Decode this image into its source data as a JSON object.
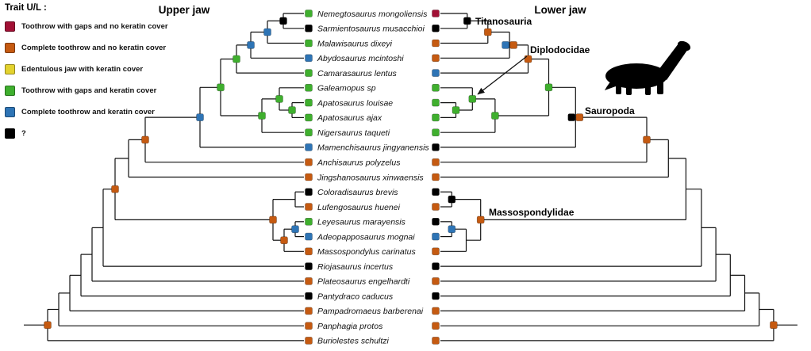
{
  "legend": {
    "title": "Trait U/L :",
    "items": [
      {
        "key": "gaps_no_keratin",
        "color": "#a11035",
        "label": "Toothrow with gaps and no keratin cover"
      },
      {
        "key": "complete_no_keratin",
        "color": "#c55a11",
        "label": "Complete toothrow and no keratin cover"
      },
      {
        "key": "edentulous_keratin",
        "color": "#e3d22e",
        "label": "Edentulous jaw with keratin cover"
      },
      {
        "key": "gaps_keratin",
        "color": "#3faf2e",
        "label": "Toothrow with gaps and keratin cover"
      },
      {
        "key": "complete_keratin",
        "color": "#2e74b5",
        "label": "Complete toothrow and keratin cover"
      },
      {
        "key": "unknown",
        "color": "#000000",
        "label": "?"
      }
    ]
  },
  "headers": {
    "upper": "Upper jaw",
    "lower": "Lower jaw"
  },
  "clades": {
    "titanosauria": "Titanosauria",
    "diplodocidae": "Diplodocidae",
    "sauropoda": "Sauropoda",
    "massospondylidae": "Massospondylidae"
  },
  "taxa": [
    {
      "name": "Nemegtosaurus mongoliensis",
      "upper": "gaps_keratin",
      "lower": "gaps_no_keratin"
    },
    {
      "name": "Sarmientosaurus musacchioi",
      "upper": "unknown",
      "lower": "unknown"
    },
    {
      "name": "Malawisaurus dixeyi",
      "upper": "gaps_keratin",
      "lower": "complete_no_keratin"
    },
    {
      "name": "Abydosaurus mcintoshi",
      "upper": "complete_keratin",
      "lower": "complete_no_keratin"
    },
    {
      "name": "Camarasaurus lentus",
      "upper": "gaps_keratin",
      "lower": "complete_keratin"
    },
    {
      "name": "Galeamopus sp",
      "upper": "gaps_keratin",
      "lower": "gaps_keratin"
    },
    {
      "name": "Apatosaurus louisae",
      "upper": "gaps_keratin",
      "lower": "gaps_keratin"
    },
    {
      "name": "Apatosaurus ajax",
      "upper": "gaps_keratin",
      "lower": "gaps_keratin"
    },
    {
      "name": "Nigersaurus taqueti",
      "upper": "gaps_keratin",
      "lower": "gaps_keratin"
    },
    {
      "name": "Mamenchisaurus jingyanensis",
      "upper": "complete_keratin",
      "lower": "unknown"
    },
    {
      "name": "Anchisaurus polyzelus",
      "upper": "complete_no_keratin",
      "lower": "complete_no_keratin"
    },
    {
      "name": "Jingshanosaurus xinwaensis",
      "upper": "complete_no_keratin",
      "lower": "complete_no_keratin"
    },
    {
      "name": "Coloradisaurus brevis",
      "upper": "unknown",
      "lower": "unknown"
    },
    {
      "name": "Lufengosaurus huenei",
      "upper": "complete_no_keratin",
      "lower": "complete_no_keratin"
    },
    {
      "name": "Leyesaurus marayensis",
      "upper": "gaps_keratin",
      "lower": "unknown"
    },
    {
      "name": "Adeopapposaurus mognai",
      "upper": "complete_keratin",
      "lower": "complete_keratin"
    },
    {
      "name": "Massospondylus carinatus",
      "upper": "complete_no_keratin",
      "lower": "complete_no_keratin"
    },
    {
      "name": "Riojasaurus incertus",
      "upper": "unknown",
      "lower": "unknown"
    },
    {
      "name": "Plateosaurus engelhardti",
      "upper": "complete_no_keratin",
      "lower": "complete_no_keratin"
    },
    {
      "name": "Pantydraco caducus",
      "upper": "unknown",
      "lower": "unknown"
    },
    {
      "name": "Pampadromaeus barberenai",
      "upper": "complete_no_keratin",
      "lower": "complete_no_keratin"
    },
    {
      "name": "Panphagia protos",
      "upper": "complete_no_keratin",
      "lower": "complete_no_keratin"
    },
    {
      "name": "Buriolestes schultzi",
      "upper": "complete_no_keratin",
      "lower": "complete_no_keratin"
    }
  ],
  "tree": {
    "topology": [
      "R6",
      [
        "R5",
        [
          "R4",
          [
            "R3",
            [
              "R2",
              [
                "R1",
                [
                  "P1",
                  [
                    "A2",
                    [
                      "A1",
                      [
                        "S",
                        [
                          "N",
                          [
                            "T4",
                            [
                              "T3",
                              [
                                "T2",
                                [
                                  "T1",
                                  0,
                                  1
                                ],
                                2
                              ],
                              3
                            ],
                            4
                          ],
                          [
                            "D3",
                            [
                              "D2",
                              5,
                              [
                                "D1",
                                6,
                                7
                              ]
                            ],
                            8
                          ]
                        ],
                        9
                      ],
                      10
                    ],
                    11
                  ],
                  [
                    "M4",
                    [
                      "M1",
                      12,
                      13
                    ],
                    [
                      "M3",
                      [
                        "M2",
                        14,
                        15
                      ],
                      16
                    ]
                  ]
                ],
                17
              ],
              18
            ],
            19
          ],
          20
        ],
        21
      ],
      22
    ],
    "node_markers": {
      "upper": {
        "T1": [
          "unknown"
        ],
        "T2": [
          "complete_keratin"
        ],
        "T3": [
          "complete_keratin"
        ],
        "T4": [
          "gaps_keratin"
        ],
        "N": [
          "gaps_keratin"
        ],
        "D1": [
          "gaps_keratin"
        ],
        "D2": [
          "gaps_keratin"
        ],
        "D3": [
          "gaps_keratin"
        ],
        "S": [
          "complete_keratin"
        ],
        "A1": [
          "complete_no_keratin"
        ],
        "P1": [
          "complete_no_keratin"
        ],
        "M2": [
          "complete_keratin"
        ],
        "M3": [
          "complete_no_keratin"
        ],
        "M4": [
          "complete_no_keratin"
        ],
        "R6": [
          "complete_no_keratin"
        ]
      },
      "lower": {
        "T1": [
          "unknown"
        ],
        "T2": [
          "complete_no_keratin"
        ],
        "T3": [
          "complete_keratin",
          "complete_no_keratin"
        ],
        "T4": [
          "complete_no_keratin"
        ],
        "N": [
          "gaps_keratin"
        ],
        "D1": [
          "gaps_keratin"
        ],
        "D2": [
          "gaps_keratin"
        ],
        "D3": [
          "gaps_keratin"
        ],
        "S": [
          "unknown",
          "complete_no_keratin"
        ],
        "A1": [
          "complete_no_keratin"
        ],
        "M1": [
          "unknown"
        ],
        "M2": [
          "complete_keratin"
        ],
        "M4": [
          "complete_no_keratin"
        ],
        "R6": [
          "complete_no_keratin"
        ]
      }
    }
  }
}
